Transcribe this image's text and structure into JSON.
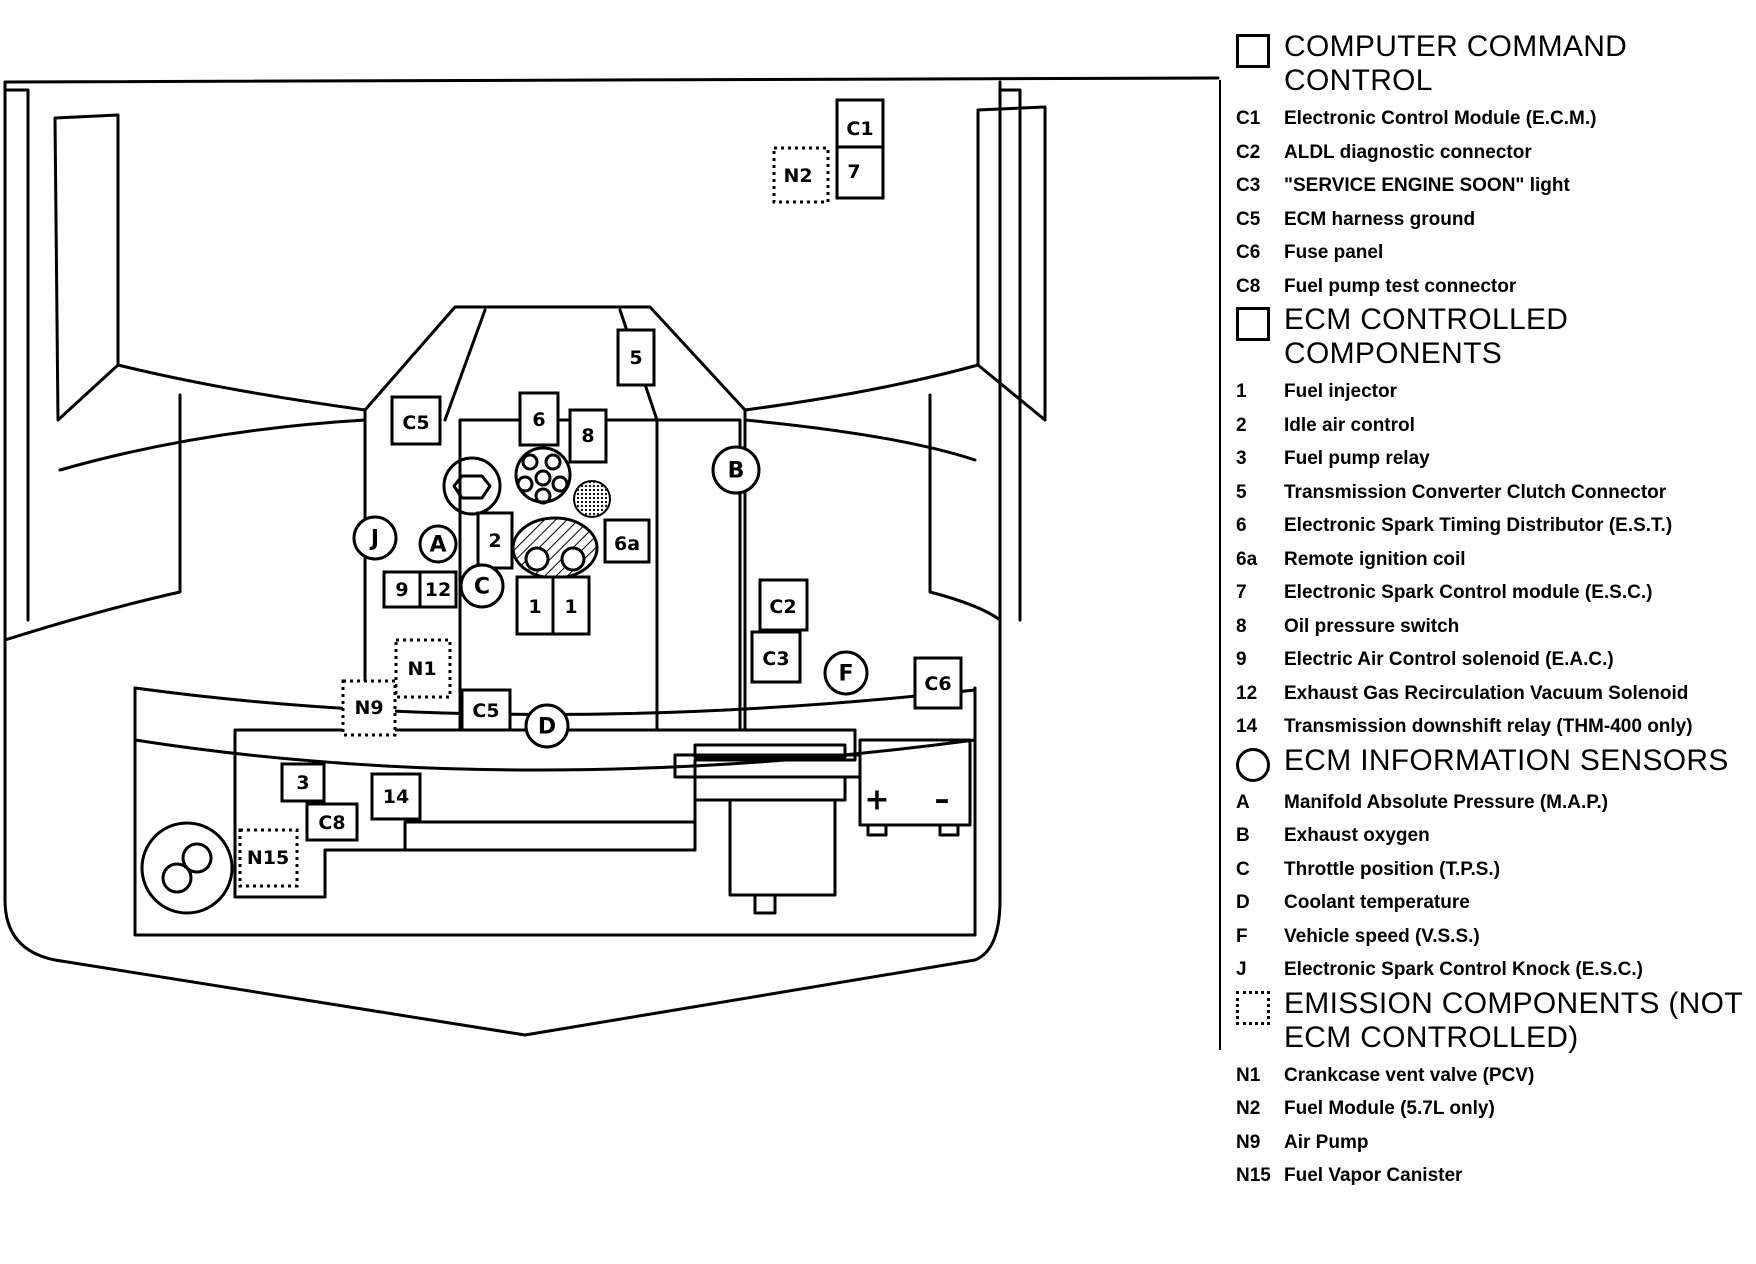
{
  "diagram": {
    "labels": {
      "c1": "C1",
      "n2": "N2",
      "seven": "7",
      "five": "5",
      "c5_top": "C5",
      "six": "6",
      "eight": "8",
      "b": "B",
      "j": "J",
      "a": "A",
      "two": "2",
      "six_a": "6a",
      "nine": "9",
      "twelve": "12",
      "c": "C",
      "one_a": "1",
      "one_b": "1",
      "c2": "C2",
      "c3": "C3",
      "f": "F",
      "c6": "C6",
      "n1": "N1",
      "n9": "N9",
      "c5_bottom": "C5",
      "d": "D",
      "three": "3",
      "fourteen": "14",
      "c8": "C8",
      "n15": "N15",
      "plus": "+",
      "minus": "–"
    }
  },
  "legend": {
    "sections": [
      {
        "title": "COMPUTER COMMAND CONTROL",
        "symbol": "box",
        "items": [
          {
            "code": "C1",
            "desc": "Electronic Control Module (E.C.M.)"
          },
          {
            "code": "C2",
            "desc": "ALDL diagnostic connector"
          },
          {
            "code": "C3",
            "desc": "\"SERVICE ENGINE SOON\" light"
          },
          {
            "code": "C5",
            "desc": "ECM harness ground"
          },
          {
            "code": "C6",
            "desc": "Fuse panel"
          },
          {
            "code": "C8",
            "desc": "Fuel pump test connector"
          }
        ]
      },
      {
        "title": "ECM CONTROLLED COMPONENTS",
        "symbol": "box",
        "items": [
          {
            "code": "1",
            "desc": "Fuel injector"
          },
          {
            "code": "2",
            "desc": "Idle air control"
          },
          {
            "code": "3",
            "desc": "Fuel pump relay"
          },
          {
            "code": "5",
            "desc": "Transmission Converter Clutch Connector"
          },
          {
            "code": "6",
            "desc": "Electronic Spark Timing Distributor (E.S.T.)"
          },
          {
            "code": "6a",
            "desc": "Remote ignition coil"
          },
          {
            "code": "7",
            "desc": "Electronic Spark Control module (E.S.C.)"
          },
          {
            "code": "8",
            "desc": "Oil pressure switch"
          },
          {
            "code": "9",
            "desc": "Electric Air Control solenoid (E.A.C.)"
          },
          {
            "code": "12",
            "desc": "Exhaust Gas Recirculation Vacuum Solenoid"
          },
          {
            "code": "14",
            "desc": "Transmission downshift relay (THM-400 only)"
          }
        ]
      },
      {
        "title": "ECM INFORMATION SENSORS",
        "symbol": "circle",
        "items": [
          {
            "code": "A",
            "desc": "Manifold Absolute Pressure (M.A.P.)"
          },
          {
            "code": "B",
            "desc": "Exhaust oxygen"
          },
          {
            "code": "C",
            "desc": "Throttle position (T.P.S.)"
          },
          {
            "code": "D",
            "desc": "Coolant temperature"
          },
          {
            "code": "F",
            "desc": "Vehicle speed (V.S.S.)"
          },
          {
            "code": "J",
            "desc": "Electronic Spark Control Knock (E.S.C.)"
          }
        ]
      },
      {
        "title": "EMISSION COMPONENTS (NOT ECM CONTROLLED)",
        "symbol": "dotted",
        "items": [
          {
            "code": "N1",
            "desc": "Crankcase vent valve (PCV)"
          },
          {
            "code": "N2",
            "desc": "Fuel Module (5.7L only)"
          },
          {
            "code": "N9",
            "desc": "Air Pump"
          },
          {
            "code": "N15",
            "desc": "Fuel Vapor Canister"
          }
        ]
      }
    ]
  }
}
